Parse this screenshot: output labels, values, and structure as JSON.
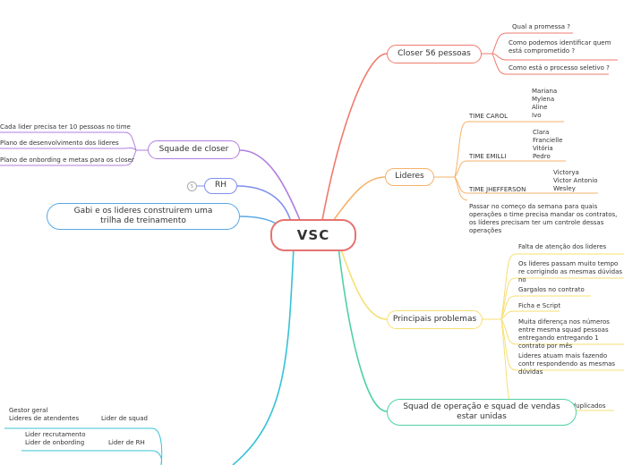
{
  "root": "VSC",
  "closer": {
    "label": "Closer 56 pessoas",
    "items": [
      "Qual a promessa ?",
      "Como podemos identificar quem está comprometido ?",
      "Como está o processo seletivo ?"
    ]
  },
  "lideres": {
    "label": "Lideres",
    "teams": [
      {
        "name": "TIME CAROL",
        "members": "Mariana\nMylena\nAline\nIvo"
      },
      {
        "name": "TIME EMILLI",
        "members": "Clara\nFrancielle\nVitória\nPedro"
      },
      {
        "name": "TIME JHEFFERSON",
        "members": "Victorya\nVictor Antonio\nWesley"
      }
    ],
    "note": "Passar no começo da semana para quais operações o time precisa mandar os contratos, os líderes precisam ter um controle dessas operações"
  },
  "problemas": {
    "label": "Principais problemas",
    "items": [
      "Falta de atenção dos lideres",
      "Os lideres passam muito tempo re corrigindo as mesmas dúvidas no",
      "Gargalos no contrato",
      "Ficha e  Script",
      "Muita diferença nos números entre mesma squad pessoas entregando entregando 1 contrato por mês",
      "Lideres atuam mais fazendo contr respondendo as mesmas dúvidas",
      "Contratos sendo duplicados"
    ]
  },
  "squad_operacao": {
    "label": "Squad de operação e squad de vendas estar unidas"
  },
  "squad_closer": {
    "label": "Squade de closer",
    "items": [
      "Cada lider precisa ter 10 pessoas no time",
      "Plano de desenvolvimento dos lideres",
      "Plano de onbording e metas para os closer"
    ]
  },
  "rh": {
    "label": "RH",
    "badge": "5"
  },
  "gabi": {
    "label": "Gabi e os lideres construirem uma trilha de treinamento"
  },
  "bottom": {
    "gestor": "Gestor geral",
    "lideres_atendentes": "Lideres de atendentes",
    "lider_squad": "Lider de squad",
    "lider_recrutamento": "Lider recrutamento",
    "lider_onbording": "Lider de onbording",
    "lider_rh": "Lider de RH"
  },
  "colors": {
    "root": "#e57370",
    "closer": "#ef7a6c",
    "lideres": "#f6b26b",
    "problemas": "#f7df73",
    "operacao": "#4fd1a5",
    "squad_closer": "#b07ee0",
    "rh": "#7f8ff0",
    "gabi": "#5aa9e6",
    "bottom": "#34c3d6"
  }
}
